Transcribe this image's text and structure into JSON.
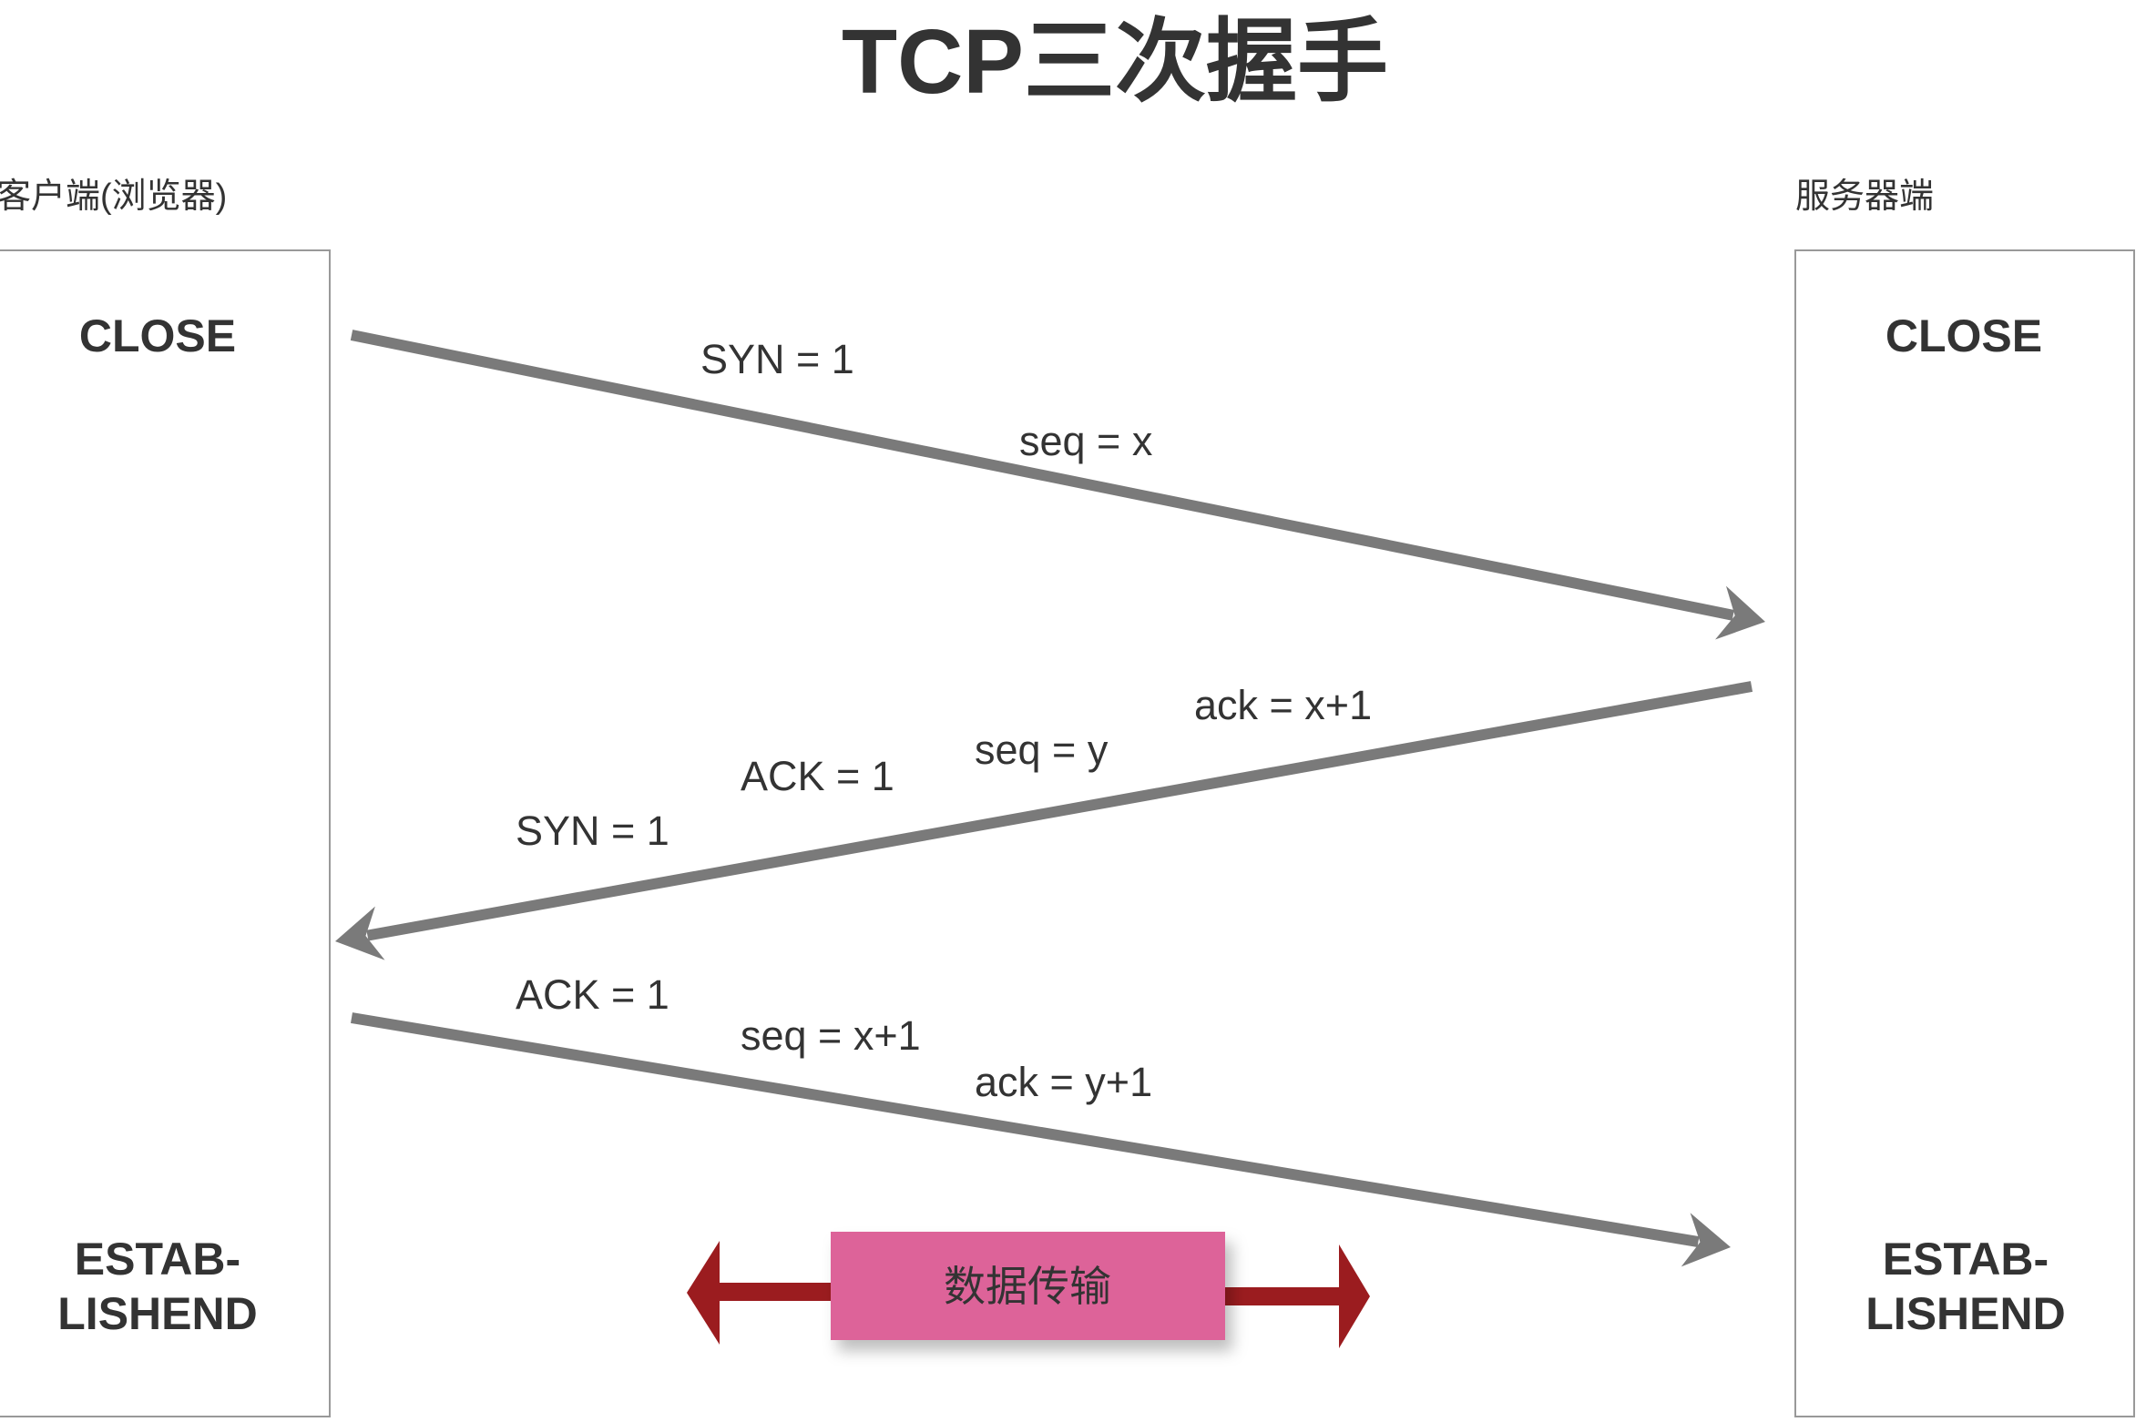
{
  "title": "TCP三次握手",
  "client": {
    "label": "客户端(浏览器)",
    "state_top": "CLOSE",
    "state_bottom_1": "ESTAB-",
    "state_bottom_2": "LISHEND"
  },
  "server": {
    "label": "服务器端",
    "state_top": "CLOSE",
    "state_bottom_1": "ESTAB-",
    "state_bottom_2": "LISHEND"
  },
  "messages": [
    {
      "direction": "client-to-server",
      "labels": [
        "SYN = 1",
        "seq = x"
      ]
    },
    {
      "direction": "server-to-client",
      "labels": [
        "ack = x+1",
        "seq = y",
        "ACK = 1",
        "SYN = 1"
      ]
    },
    {
      "direction": "client-to-server",
      "labels": [
        "ACK = 1",
        "seq = x+1",
        "ack = y+1"
      ]
    }
  ],
  "data_transfer": {
    "label": "数据传输"
  },
  "colors": {
    "arrow": "#7a7a7a",
    "box_border": "#999999",
    "data_box": "#dd6399",
    "data_arrow": "#9b1c1f",
    "text": "#333333"
  }
}
